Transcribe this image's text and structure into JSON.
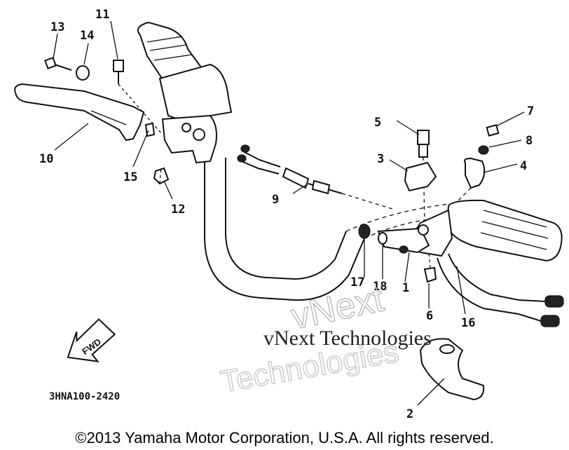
{
  "diagram": {
    "part_numbers": [
      "1",
      "2",
      "3",
      "4",
      "5",
      "6",
      "7",
      "8",
      "9",
      "10",
      "11",
      "12",
      "13",
      "14",
      "15",
      "16",
      "17",
      "18"
    ],
    "diagram_code": "3HNA100-2420",
    "fwd_label": "FWD",
    "watermark": {
      "line1": "vNext Technologies",
      "line2": "vNext",
      "line3": "Technologies"
    },
    "copyright": "©2013 Yamaha Motor Corporation, U.S.A. All rights reserved."
  }
}
